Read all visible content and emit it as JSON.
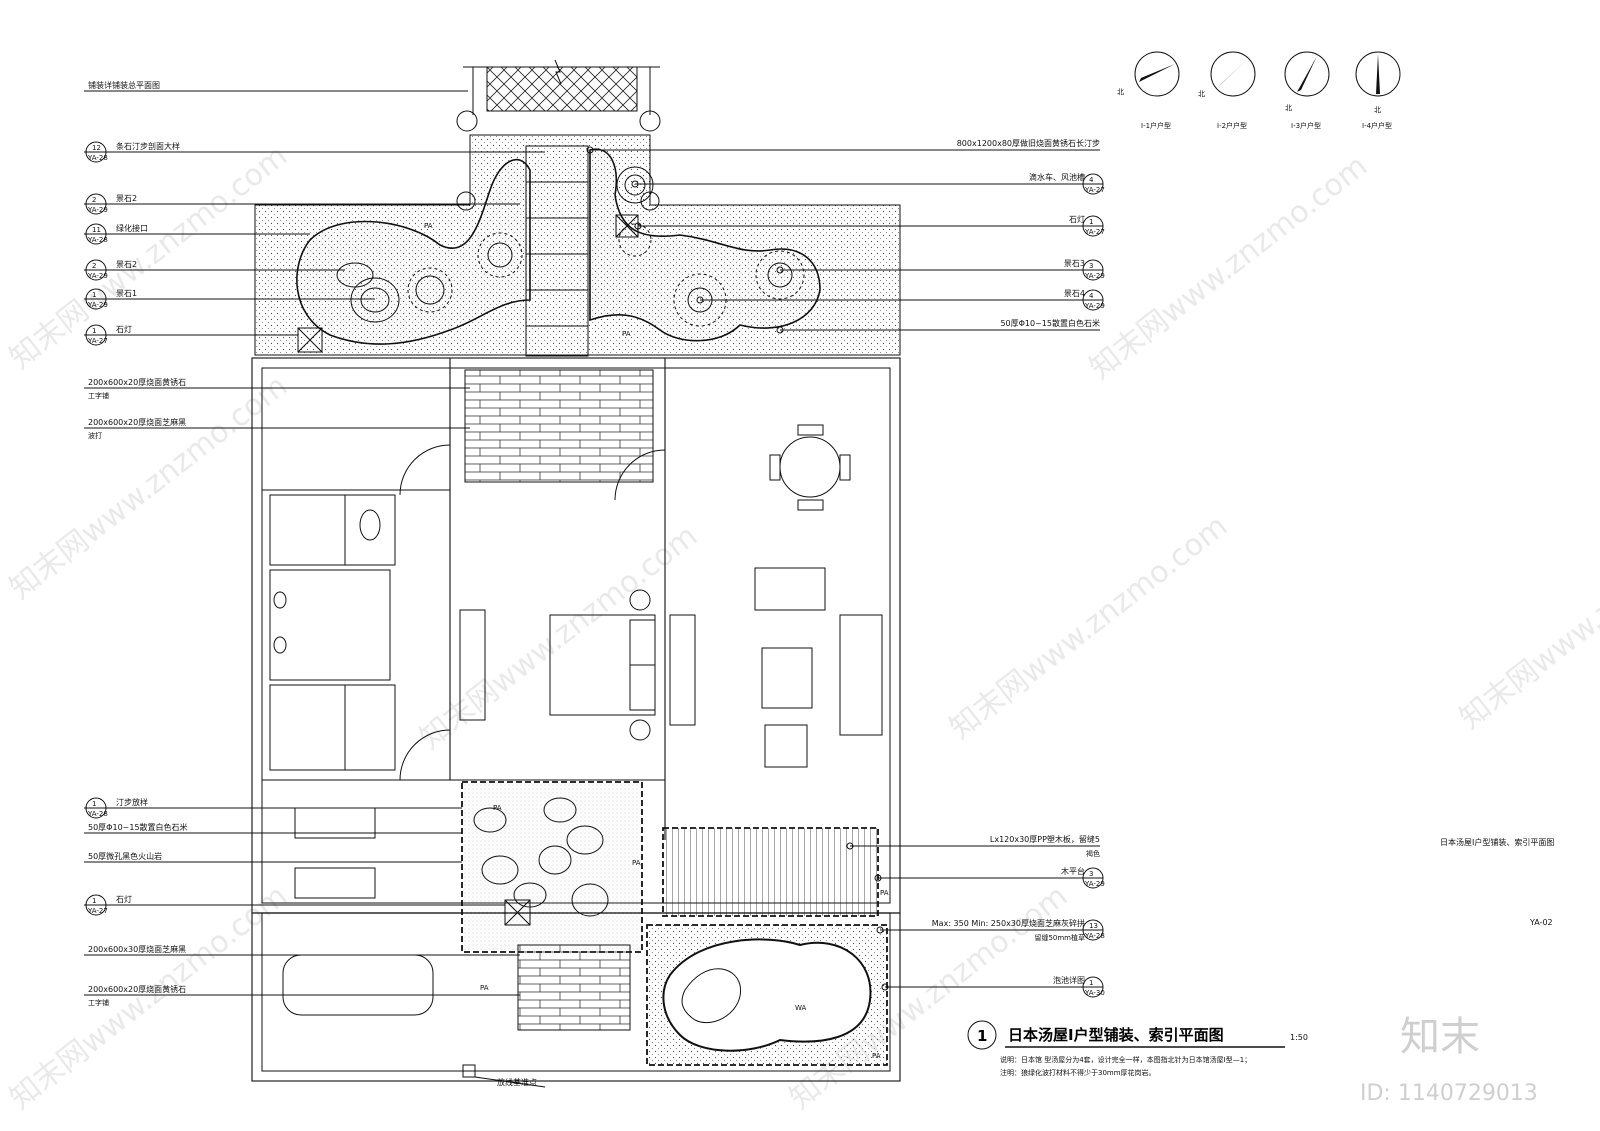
{
  "drawing": {
    "title": "日本汤屋I户型铺装、索引平面图",
    "scale": "1:50",
    "number": "1",
    "side_title": "日本汤屋I户型铺装、索引平面图",
    "sheet_code": "YA-02",
    "note1": "说明：日本馆 型汤屋分为4套，设计完全一样，本图指北针为日本馆汤屋I型—1；",
    "note2": "注明：狼绿化波打材料不得少于30mm厚花岗岩。",
    "setout_point": "放线基准点"
  },
  "north_arrows": {
    "north_char": "北",
    "items": [
      {
        "label": "I-1户户型"
      },
      {
        "label": "I-2户户型"
      },
      {
        "label": "I-3户户型"
      },
      {
        "label": "I-4户户型"
      }
    ]
  },
  "left_callouts": [
    {
      "text": "铺装详铺装总平面图",
      "num": "",
      "sheet": ""
    },
    {
      "text": "条石汀步剖面大样",
      "num": "12",
      "sheet": "YA-28"
    },
    {
      "text": "景石2",
      "num": "2",
      "sheet": "YA-29"
    },
    {
      "text": "绿化接口",
      "num": "11",
      "sheet": "YA-28"
    },
    {
      "text": "景石2",
      "num": "2",
      "sheet": "YA-29"
    },
    {
      "text": "景石1",
      "num": "1",
      "sheet": "YA-29"
    },
    {
      "text": "石灯",
      "num": "1",
      "sheet": "YA-27"
    },
    {
      "text": "200x600x20厚烧面黄锈石",
      "sub": "工字铺",
      "num": "",
      "sheet": ""
    },
    {
      "text": "200x600x20厚烧面芝麻黑",
      "sub": "波打",
      "num": "",
      "sheet": ""
    },
    {
      "text": "汀步放样",
      "num": "1",
      "sheet": "YA-28"
    },
    {
      "text": "50厚Φ10~15散置白色石米",
      "num": "",
      "sheet": ""
    },
    {
      "text": "50厚微孔黑色火山岩",
      "num": "",
      "sheet": ""
    },
    {
      "text": "石灯",
      "num": "1",
      "sheet": "YA-27"
    },
    {
      "text": "200x600x30厚烧面芝麻黑",
      "num": "",
      "sheet": ""
    },
    {
      "text": "200x600x20厚烧面黄锈石",
      "sub": "工字铺",
      "num": "",
      "sheet": ""
    }
  ],
  "right_callouts": [
    {
      "text": "800x1200x80厚做旧烧面黄锈石长汀步",
      "num": "",
      "sheet": ""
    },
    {
      "text": "滴水车、风池槽",
      "num": "4",
      "sheet": "YA-27"
    },
    {
      "text": "石灯",
      "num": "1",
      "sheet": "YA-27"
    },
    {
      "text": "景石3",
      "num": "3",
      "sheet": "YA-29"
    },
    {
      "text": "景石4",
      "num": "4",
      "sheet": "YA-29"
    },
    {
      "text": "50厚Φ10~15散置白色石米",
      "num": "",
      "sheet": ""
    },
    {
      "text": "Lx120x30厚PP塑木板，留缝5",
      "sub": "褐色",
      "num": "",
      "sheet": ""
    },
    {
      "text": "木平台",
      "num": "3",
      "sheet": "YA-29"
    },
    {
      "text": "Max: 350  Min: 250x30厚烧面芝麻灰碎拼",
      "sub": "留缝50mm植草",
      "num": "13",
      "sheet": "YA-28"
    },
    {
      "text": "泡池详图",
      "num": "1",
      "sheet": "YA-30"
    }
  ],
  "zone_tags": {
    "pa": "PA",
    "wa": "WA"
  },
  "watermark": {
    "text": "知末网www.znzmo.com",
    "brand": "知末",
    "id": "ID: 1140729013"
  }
}
